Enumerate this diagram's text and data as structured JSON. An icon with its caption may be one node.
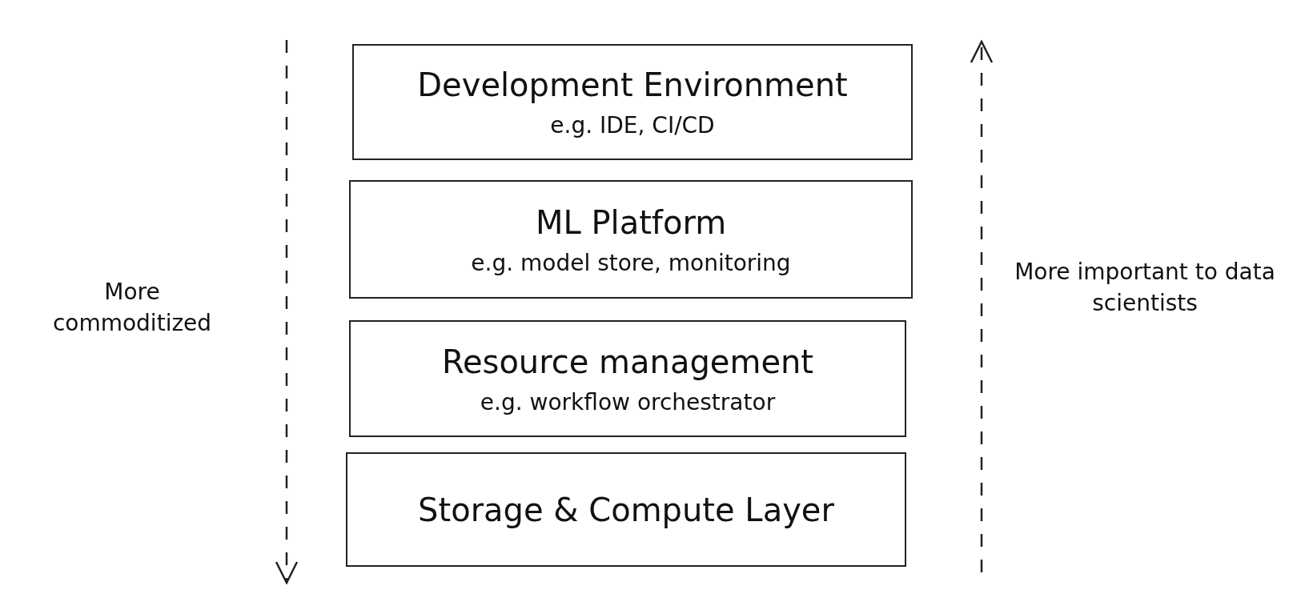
{
  "diagram": {
    "nodes": [
      {
        "text": [
          "Development Environment",
          "e.g. IDE, CI/CD"
        ]
      },
      {
        "text": [
          "ML Platform",
          "e.g. model store, monitoring"
        ]
      },
      {
        "text": [
          "Resource management",
          "e.g. workflow orchestrator"
        ]
      },
      {
        "text": [
          "Storage & Compute Layer"
        ]
      }
    ],
    "labels": [
      "More commoditized",
      "More important to data scientists"
    ]
  }
}
